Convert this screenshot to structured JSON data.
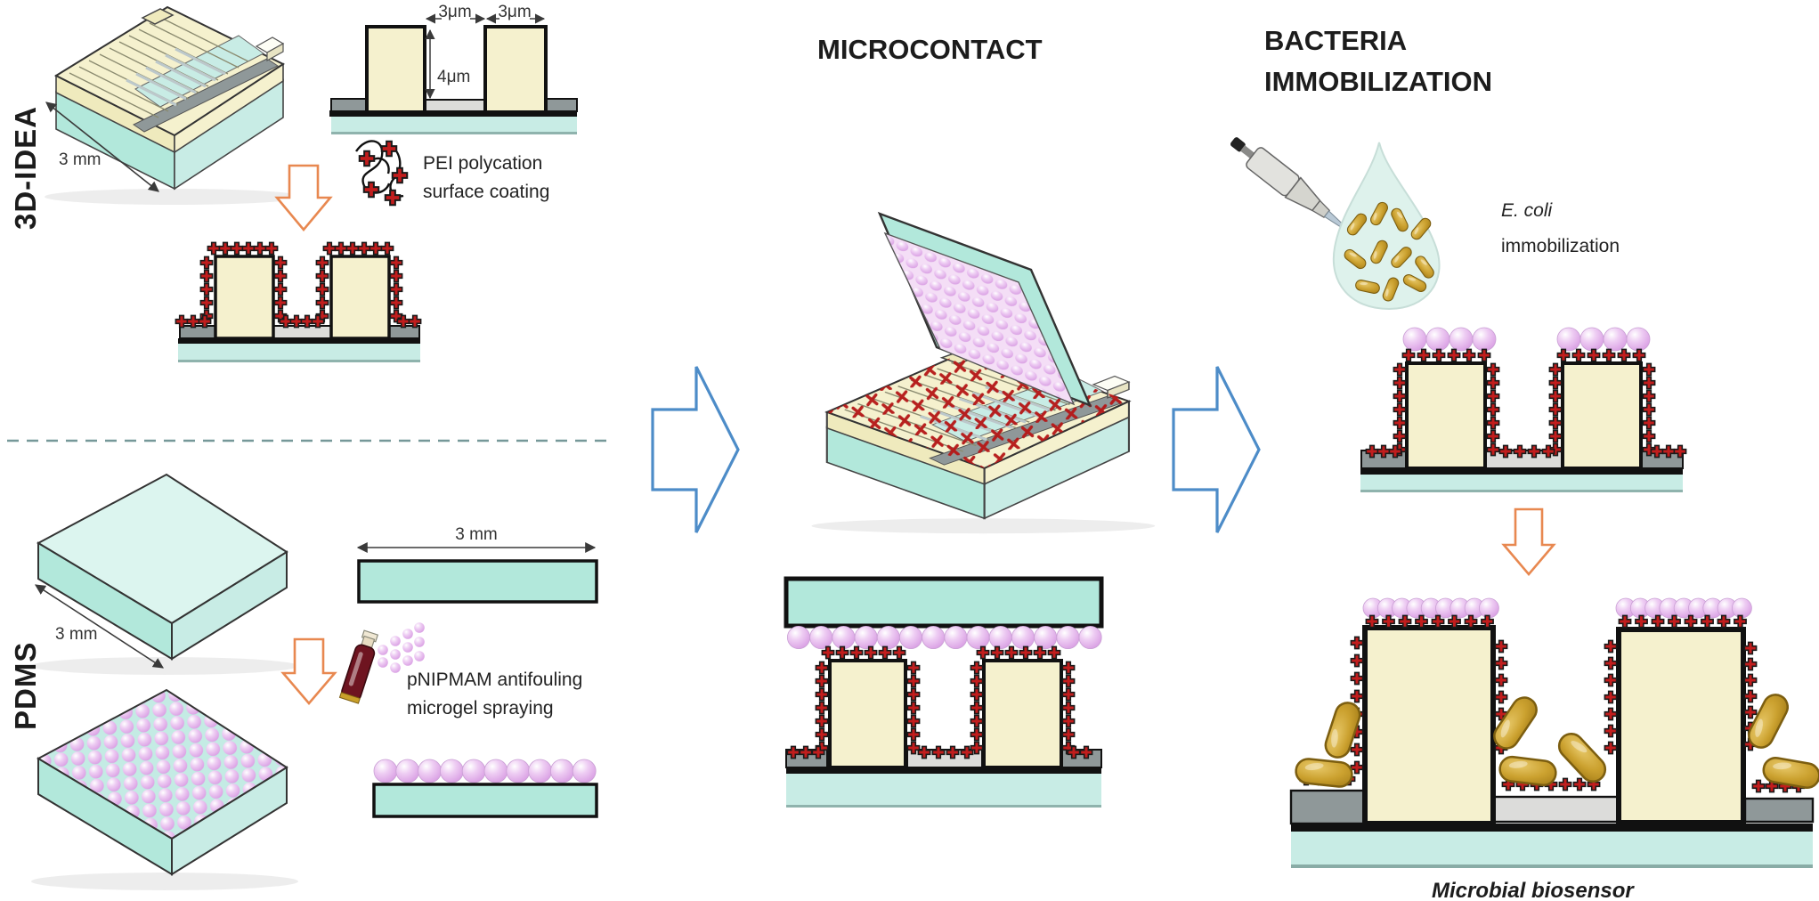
{
  "colors": {
    "cream": "#f5f1ce",
    "cream_deep": "#efeabd",
    "cyan": "#c8ece5",
    "cyan_deep": "#b2e8db",
    "cyan_pale": "#dcf5ef",
    "gray_dark": "#8f9899",
    "gray_light": "#dcdcda",
    "red_plus": "#c21d1d",
    "red_x": "#b51818",
    "pink": "#dfa5e6",
    "orange": "#e88850",
    "blue": "#4d8cc8",
    "gold": "#c59a2e",
    "ink": "#1c1c1c",
    "text": "#2e2e2e"
  },
  "figure": {
    "sections": {
      "idea": {
        "label": "3D-IDEA",
        "chip_dimension": "3 mm",
        "electrode_gap": "3μm",
        "electrode_width": "3μm",
        "electrode_height": "4μm",
        "coating_step_line1": "PEI polycation",
        "coating_step_line2": "surface coating"
      },
      "pdms": {
        "label": "PDMS",
        "slab_dimension": "3 mm",
        "bar_dimension": "3 mm",
        "spray_step_line1": "pNIPMAM antifouling",
        "spray_step_line2": "microgel spraying"
      },
      "microcontact": {
        "title": "MICROCONTACT"
      },
      "bacteria": {
        "title_line1": "BACTERIA",
        "title_line2": "IMMOBILIZATION",
        "droplet_caption_line1": "E. coli",
        "droplet_caption_line2": "immobilization",
        "result_caption": "Microbial biosensor"
      }
    }
  }
}
